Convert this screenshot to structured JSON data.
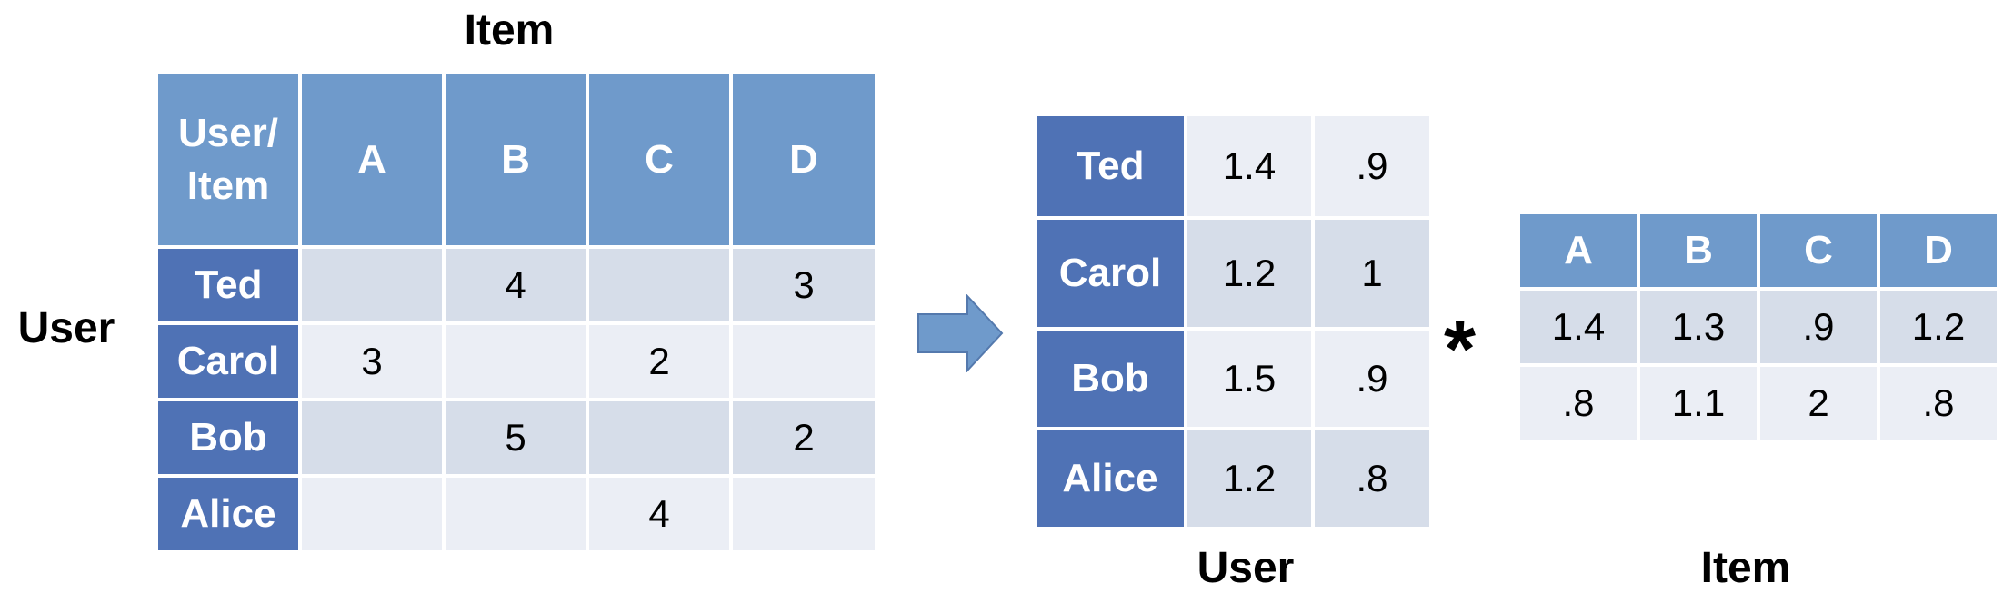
{
  "labels": {
    "item_top": "Item",
    "user_left": "User",
    "user_bottom": "User",
    "item_bottom": "Item",
    "multiply": "*"
  },
  "ratings": {
    "corner": [
      "User/",
      "Item"
    ],
    "columns": [
      "A",
      "B",
      "C",
      "D"
    ],
    "rows": [
      {
        "name": "Ted",
        "cells": [
          "",
          "4",
          "",
          "3"
        ]
      },
      {
        "name": "Carol",
        "cells": [
          "3",
          "",
          "2",
          ""
        ]
      },
      {
        "name": "Bob",
        "cells": [
          "",
          "5",
          "",
          "2"
        ]
      },
      {
        "name": "Alice",
        "cells": [
          "",
          "",
          "4",
          ""
        ]
      }
    ]
  },
  "user_factors": {
    "rows": [
      {
        "name": "Ted",
        "cells": [
          "1.4",
          ".9"
        ]
      },
      {
        "name": "Carol",
        "cells": [
          "1.2",
          "1"
        ]
      },
      {
        "name": "Bob",
        "cells": [
          "1.5",
          ".9"
        ]
      },
      {
        "name": "Alice",
        "cells": [
          "1.2",
          ".8"
        ]
      }
    ]
  },
  "item_factors": {
    "columns": [
      "A",
      "B",
      "C",
      "D"
    ],
    "rows": [
      [
        "1.4",
        "1.3",
        ".9",
        "1.2"
      ],
      [
        ".8",
        "1.1",
        "2",
        ".8"
      ]
    ]
  },
  "colors": {
    "header": "#6f9acb",
    "row_header": "#4f72b5",
    "cell_dark": "#d6dde9",
    "cell_light": "#ebeef5",
    "arrow": "#6f9acb"
  }
}
